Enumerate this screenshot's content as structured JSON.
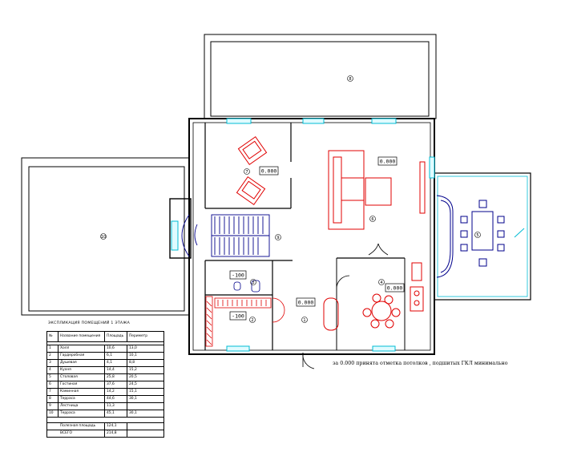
{
  "room_markers": [
    "1",
    "2",
    "3",
    "4",
    "5",
    "6",
    "7",
    "8",
    "9",
    "10"
  ],
  "level_marks": [
    "0.000",
    "0.000",
    "0.000",
    "0.000",
    "-100",
    "-100"
  ],
  "note": "за 0.000 принята отметка потолков , подшитых ГКЛ минимально",
  "table": {
    "title": "ЭКСПЛИКАЦИЯ ПОМЕЩЕНИЙ 1 ЭТАЖА",
    "headers": [
      "№",
      "Название помещения",
      "Площадь",
      "Периметр"
    ],
    "rows": [
      {
        "n": "1",
        "name": "Холл",
        "area": "10,6",
        "perimeter": "13,0"
      },
      {
        "n": "2",
        "name": "Гардеробная",
        "area": "6,1",
        "perimeter": "10,1"
      },
      {
        "n": "3",
        "name": "Душевая",
        "area": "4,1",
        "perimeter": "8,8"
      },
      {
        "n": "4",
        "name": "Кухня",
        "area": "14,4",
        "perimeter": "15,2"
      },
      {
        "n": "5",
        "name": "Столовая",
        "area": "25,8",
        "perimeter": "20,5"
      },
      {
        "n": "6",
        "name": "Гостиная",
        "area": "37,6",
        "perimeter": "24,5"
      },
      {
        "n": "7",
        "name": "Каминная",
        "area": "14,2",
        "perimeter": "15,1"
      },
      {
        "n": "8",
        "name": "Терраса",
        "area": "44,6",
        "perimeter": "30,1"
      },
      {
        "n": "9",
        "name": "Лестница",
        "area": "11,3",
        "perimeter": ""
      },
      {
        "n": "10",
        "name": "Терраса",
        "area": "45,1",
        "perimeter": "30,1"
      }
    ],
    "footer": [
      {
        "label": "Полезная площадь",
        "value": "124,1"
      },
      {
        "label": "ВСЕГО",
        "value": "214,8"
      }
    ]
  }
}
